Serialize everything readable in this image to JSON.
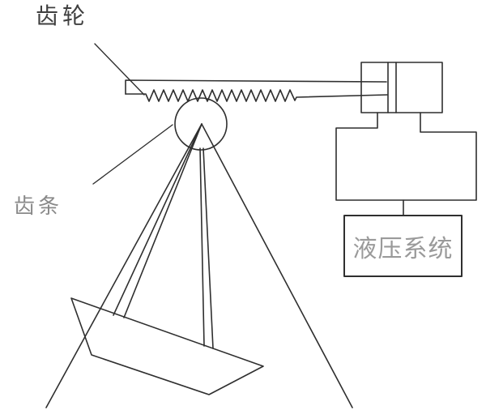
{
  "diagram": {
    "description": "Hand-drawn schematic of a rack-and-pinion hydraulic boat davit mechanism",
    "labels": {
      "gear": "齿轮",
      "rack": "齿条",
      "hydraulic_system": "液压系统"
    },
    "colors": {
      "line": "#2f2f2f",
      "gear_label": "#3f3f3f",
      "rack_label": "#8a8a8a",
      "hydraulic_label": "#9a9a9a",
      "background": "#ffffff"
    }
  }
}
